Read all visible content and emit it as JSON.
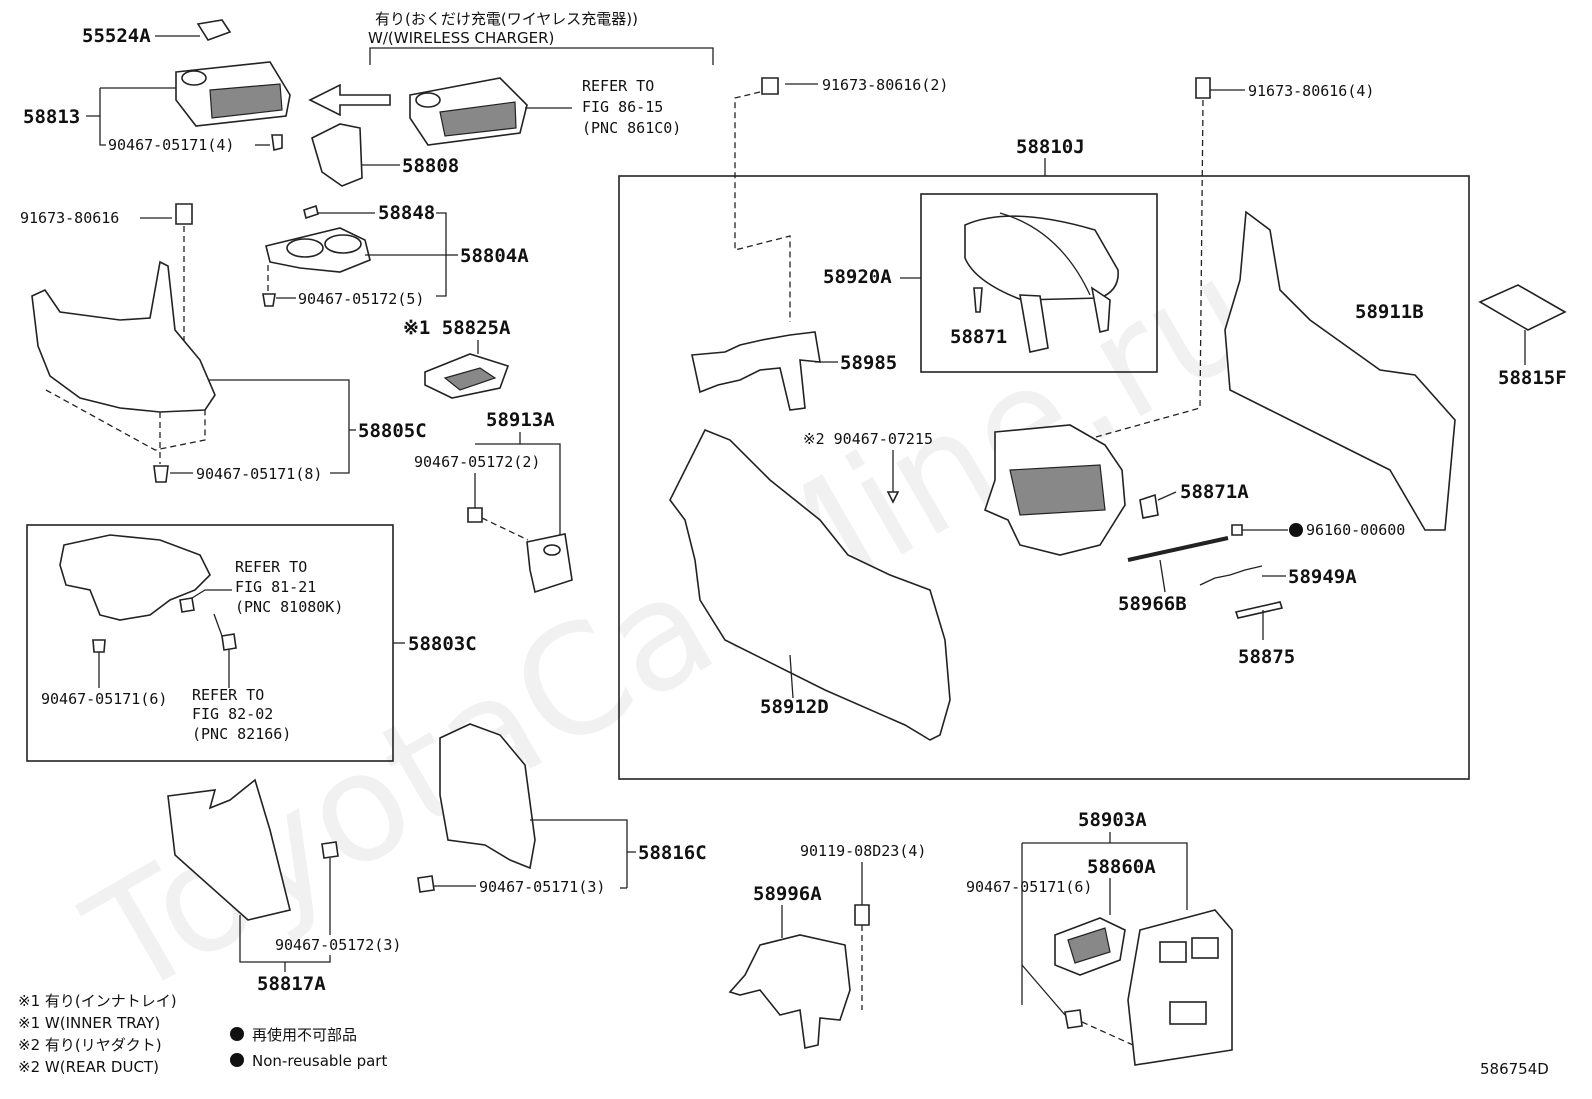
{
  "watermark": "ToyotaCarMine.ru",
  "header_note_jp": "有り(おくだけ充電(ワイヤレス充電器))",
  "header_note_en": "W/(WIRELESS CHARGER)",
  "labels": {
    "p55524A": "55524A",
    "p58813": "58813",
    "p90467_05171_4": "90467-05171(4)",
    "p58808": "58808",
    "refer86_1": "REFER TO",
    "refer86_2": "FIG 86-15",
    "refer86_3": "(PNC 861C0)",
    "p91673_2": "91673-80616(2)",
    "p91673_4": "91673-80616(4)",
    "p58810J": "58810J",
    "p91673": "91673-80616",
    "p58848": "58848",
    "p58804A": "58804A",
    "p90467_05172_5": "90467-05172(5)",
    "p58825A": "※1 58825A",
    "p58805C": "58805C",
    "p90467_05171_8": "90467-05171(8)",
    "p58913A": "58913A",
    "p90467_05172_2": "90467-05172(2)",
    "p58920A": "58920A",
    "p58871": "58871",
    "p58985": "58985",
    "p58911B": "58911B",
    "p58815F": "58815F",
    "p90467_07215": "※2 90467-07215",
    "p58871A": "58871A",
    "p96160": "96160-00600",
    "p58949A": "58949A",
    "p58966B": "58966B",
    "p58875": "58875",
    "p58912D": "58912D",
    "refer81_1": "REFER TO",
    "refer81_2": "FIG 81-21",
    "refer81_3": "(PNC 81080K)",
    "p58803C": "58803C",
    "p90467_05171_6a": "90467-05171(6)",
    "refer82_1": "REFER TO",
    "refer82_2": "FIG 82-02",
    "refer82_3": "(PNC 82166)",
    "p58816C": "58816C",
    "p90467_05171_3": "90467-05171(3)",
    "p90119": "90119-08D23(4)",
    "p58996A": "58996A",
    "p58903A": "58903A",
    "p58860A": "58860A",
    "p90467_05171_6b": "90467-05171(6)",
    "p90467_05172_3": "90467-05172(3)",
    "p58817A": "58817A"
  },
  "legend": {
    "l1": "※1 有り(インナトレイ)",
    "l2": "※1 W(INNER TRAY)",
    "l3": "※2 有り(リヤダクト)",
    "l4": "※2 W(REAR DUCT)",
    "n1": "再使用不可部品",
    "n2": "Non-reusable part"
  },
  "figure_id": "586754D"
}
